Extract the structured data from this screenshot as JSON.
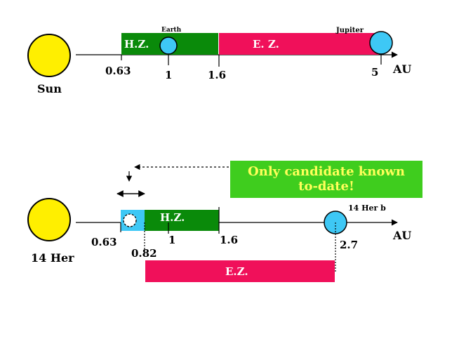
{
  "colors": {
    "star": "#ffef00",
    "planet": "#3ec8f5",
    "habitable_zone": "#0a8a0a",
    "exclusion_zone": "#f0105a",
    "callout": "#3fcd1e",
    "callout_text": "#ffff5a",
    "line": "#000000",
    "zone_text": "#ffffff"
  },
  "top_system": {
    "star_label": "Sun",
    "hz_label": "H.Z.",
    "ez_label": "E. Z.",
    "earth_label": "Earth",
    "jupiter_label": "Jupiter",
    "ticks": [
      "0.63",
      "1",
      "1.6",
      "5"
    ],
    "axis_unit": "AU"
  },
  "bottom_system": {
    "star_label": "14 Her",
    "hz_label": "H.Z.",
    "ez_label": "E.Z.",
    "planet_label": "14 Her b",
    "ticks": [
      "0.63",
      "0.82",
      "1",
      "1.6",
      "2.7"
    ],
    "axis_unit": "AU",
    "callout_line1": "Only candidate known",
    "callout_line2": "to-date!"
  }
}
